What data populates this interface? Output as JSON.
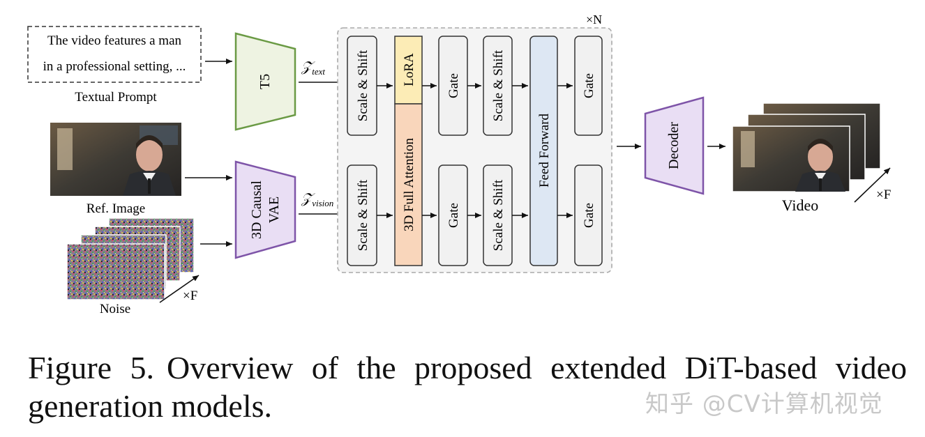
{
  "prompt": {
    "line1": "The video features a man",
    "line2": "in a professional setting, ...",
    "label": "Textual Prompt"
  },
  "inputs": {
    "ref_image_label": "Ref. Image",
    "noise_label": "Noise",
    "frames_label": "×F"
  },
  "encoders": {
    "t5": "T5",
    "vae_line1": "3D Causal",
    "vae_line2": "VAE"
  },
  "latents": {
    "text_symbol": "𝒵",
    "text_sub": "text",
    "vision_symbol": "𝒵",
    "vision_sub": "vision"
  },
  "dit_block": {
    "repeat_label": "×N",
    "scale_shift": "Scale & Shift",
    "lora": "LoRA",
    "attention": "3D Full Attention",
    "gate": "Gate",
    "feed_forward": "Feed Forward"
  },
  "decoder": {
    "label": "Decoder"
  },
  "output": {
    "video_label": "Video",
    "frames_label": "×F"
  },
  "caption": {
    "figure_number": "Figure 5.",
    "text": "Overview of the proposed extended DiT-based video generation models."
  },
  "watermark": "知乎 @CV计算机视觉",
  "colors": {
    "t5_border": "#6a9a44",
    "t5_fill": "#eef3e2",
    "vae_border": "#7e54a8",
    "vae_fill": "#e9def4",
    "lora_fill": "#fcecb6",
    "attention_fill": "#f9d6bb",
    "ff_fill": "#dde7f3",
    "gate_fill": "#f1f1f1",
    "block_border": "#a9a9a9"
  }
}
